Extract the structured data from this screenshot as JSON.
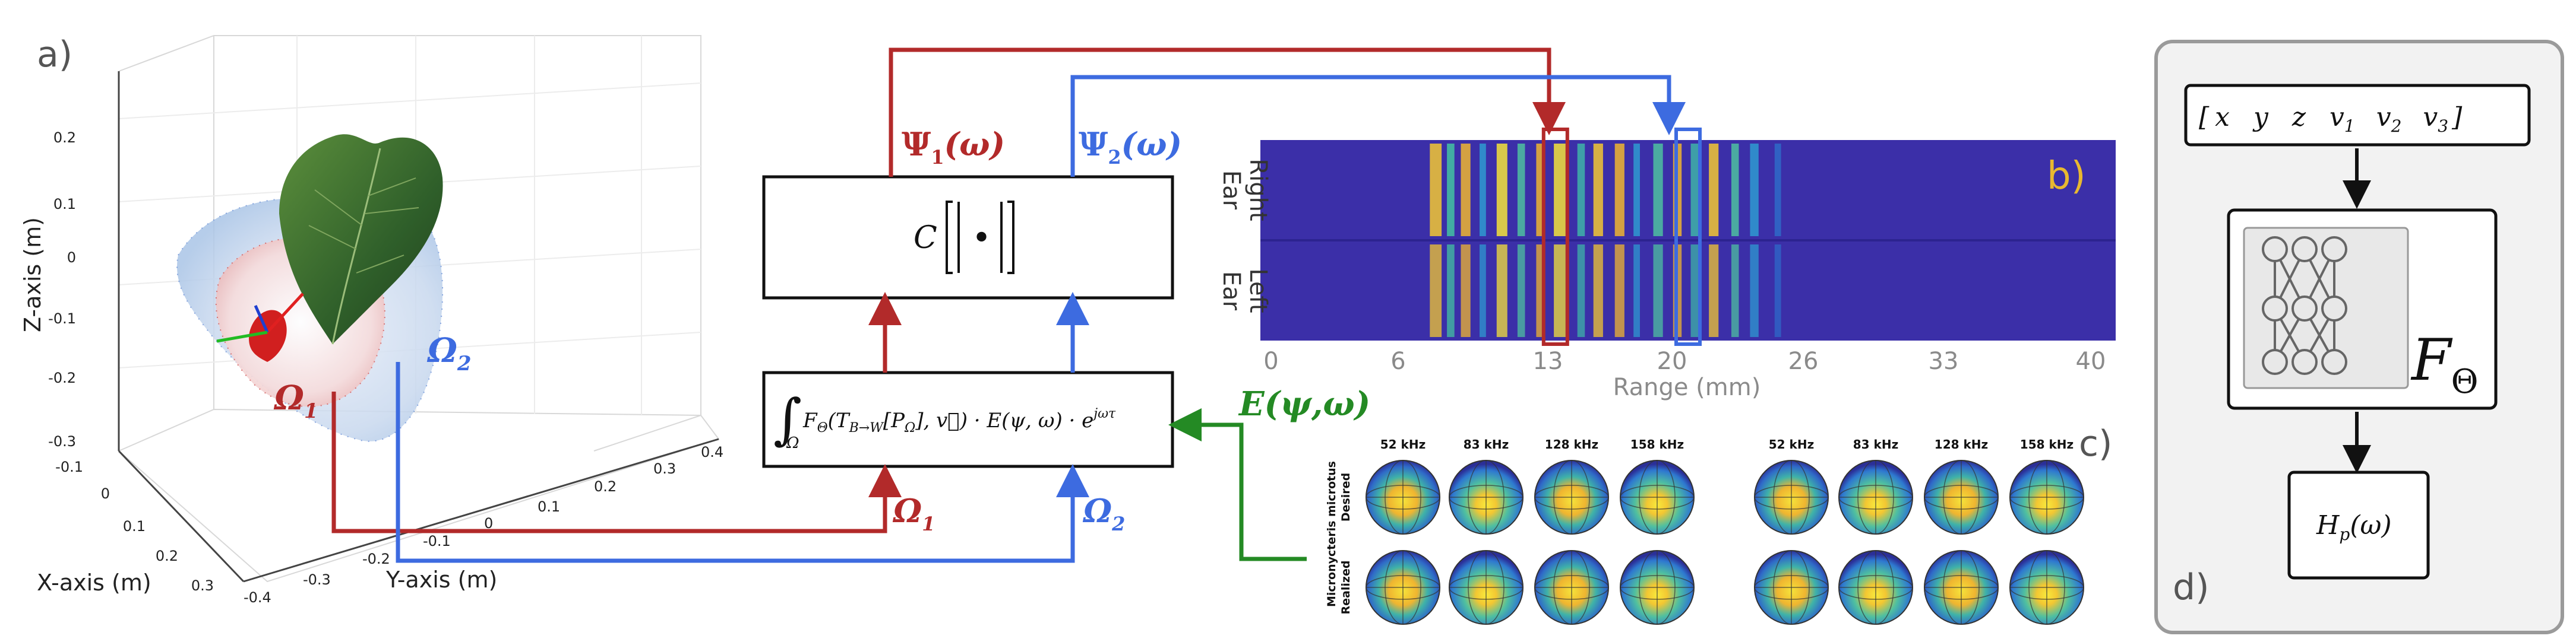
{
  "panel_a": {
    "label": "a)",
    "x_axis_label": "X-axis (m)",
    "y_axis_label": "Y-axis (m)",
    "z_axis_label": "Z-axis (m)",
    "z_ticks": [
      "0.2",
      "0.1",
      "0",
      "-0.1",
      "-0.2",
      "-0.3"
    ],
    "x_ticks": [
      "-0.1",
      "0",
      "0.1",
      "0.2",
      "0.3"
    ],
    "y_ticks": [
      "-0.4",
      "-0.3",
      "-0.2",
      "-0.1",
      "0",
      "0.1",
      "0.2",
      "0.3",
      "0.4"
    ],
    "omega1": "Ω",
    "omega1_sub": "1",
    "omega2": "Ω",
    "omega2_sub": "2",
    "colors": {
      "omega1": "#b22a2a",
      "omega2": "#3d6be0",
      "leaf": "#3f6e2e"
    }
  },
  "pipeline": {
    "psi1_main": "Ψ",
    "psi1_sub": "1",
    "psi1_arg": "(ω)",
    "psi2_main": "Ψ",
    "psi2_sub": "2",
    "psi2_arg": "(ω)",
    "abs_box_c": "C",
    "abs_box_dot": "•",
    "integral_text": "F",
    "integral_theta": "Θ",
    "integral_rest": "(T",
    "integral_sub_bw": "B→W",
    "integral_p": "[P",
    "integral_p_sub": "Ω",
    "integral_tail": "], v⃗) · E(ψ, ω) · e",
    "integral_exp": "jωτ",
    "integral_lower": "Ω",
    "e_label": "E(ψ,ω)",
    "omega1_bottom": "Ω",
    "omega1_bottom_sub": "1",
    "omega2_bottom": "Ω",
    "omega2_bottom_sub": "2",
    "colors": {
      "red": "#b22a2a",
      "blue": "#3d6be0",
      "green": "#248a24"
    }
  },
  "panel_b": {
    "label": "b)",
    "row_right": "Right Ear",
    "row_right_1": "Right",
    "row_right_2": "Ear",
    "row_left_1": "Left",
    "row_left_2": "Ear",
    "x_label": "Range (mm)",
    "x_ticks": [
      "0",
      "6",
      "13",
      "20",
      "26",
      "33",
      "40"
    ],
    "highlight_red": 13.8,
    "highlight_blue": 20,
    "colors": {
      "background": "#3b2fa8",
      "label": "#e8b830"
    }
  },
  "panel_c": {
    "label": "c)",
    "freqs": [
      "52 kHz",
      "83 kHz",
      "128 kHz",
      "158 kHz"
    ],
    "row_title": "Micronycteris microtus",
    "row_desired": "Desired",
    "row_realized": "Realized"
  },
  "panel_d": {
    "label": "d)",
    "input_vector": [
      "x",
      "y",
      "z",
      "v",
      "v",
      "v"
    ],
    "input_subs": [
      "",
      "",
      "",
      "1",
      "2",
      "3"
    ],
    "net_label_main": "F",
    "net_label_sub": "Θ",
    "output_main": "H",
    "output_sub": "p",
    "output_arg": "(ω)"
  }
}
